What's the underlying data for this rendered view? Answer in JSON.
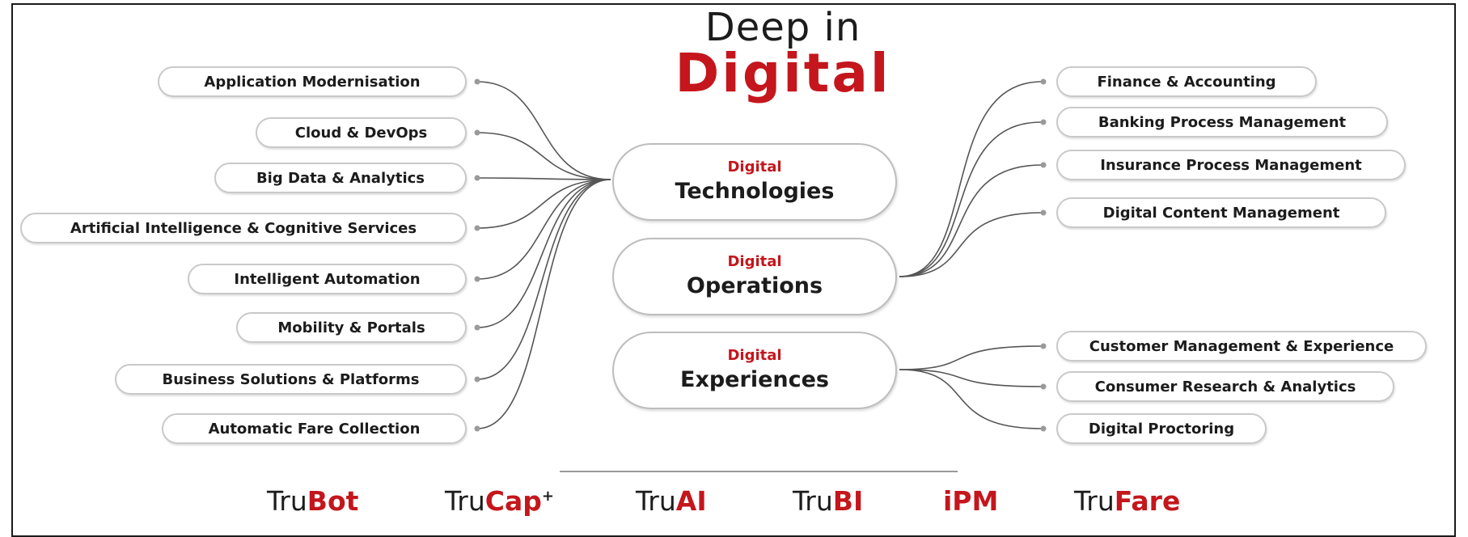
{
  "title": {
    "line1": "Deep in",
    "line2": "Digital"
  },
  "left_items": [
    "Application Modernisation",
    "Cloud & DevOps",
    "Big Data & Analytics",
    "Artificial Intelligence & Cognitive Services",
    "Intelligent Automation",
    "Mobility & Portals",
    "Business Solutions & Platforms",
    "Automatic Fare Collection"
  ],
  "hubs": [
    {
      "small": "Digital",
      "big": "Technologies"
    },
    {
      "small": "Digital",
      "big": "Operations"
    },
    {
      "small": "Digital",
      "big": "Experiences"
    }
  ],
  "right_items": [
    "Finance & Accounting",
    "Banking Process Management",
    "Insurance Process Management",
    "Digital Content Management",
    "Customer Management & Experience",
    "Consumer Research & Analytics",
    "Digital Proctoring"
  ],
  "brands": [
    {
      "prefix": "Tru",
      "suffix": "Bot"
    },
    {
      "prefix": "Tru",
      "suffix": "Cap",
      "sup": "+"
    },
    {
      "prefix": "Tru",
      "suffix": "AI"
    },
    {
      "prefix": "Tru",
      "suffix": "BI"
    },
    {
      "prefix": "",
      "suffix": "iPM"
    },
    {
      "prefix": "Tru",
      "suffix": "Fare"
    }
  ],
  "colors": {
    "accent": "#c4161c",
    "pill_border": "#c9c9c9",
    "text": "#1c1c1c"
  }
}
